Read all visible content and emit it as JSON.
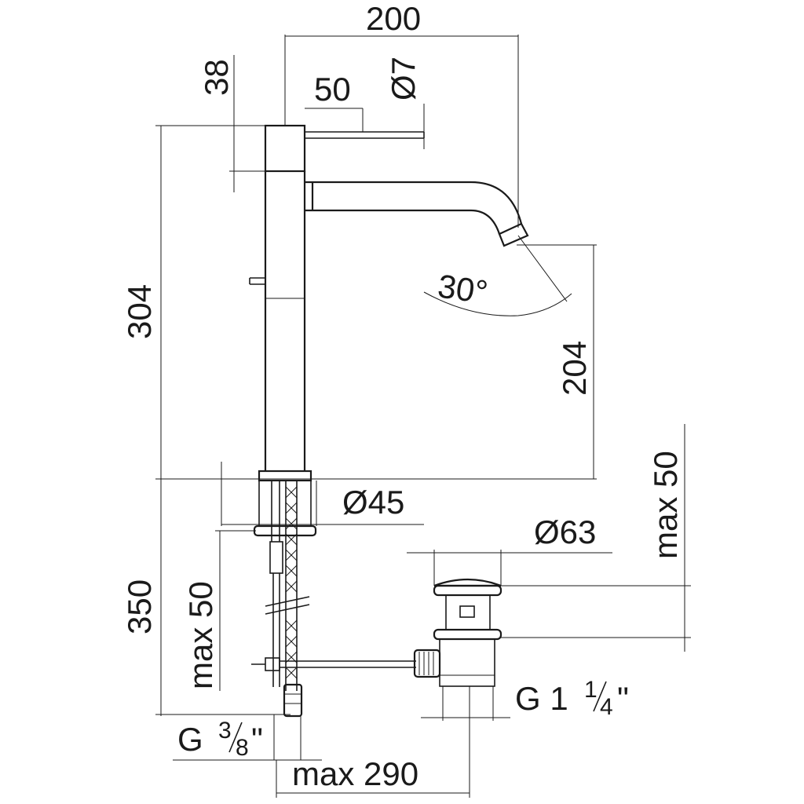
{
  "dimensions": {
    "width_200": "200",
    "height_38": "38",
    "length_50": "50",
    "dia_7": "Ø7",
    "height_304": "304",
    "angle_30": "30°",
    "height_204": "204",
    "dia_45": "Ø45",
    "max_50_right": "max 50",
    "dia_63": "Ø63",
    "height_350": "350",
    "max_50_left": "max 50",
    "thread_g_left": "G",
    "thread_g_left_num": "3",
    "thread_g_left_den": "8",
    "thread_g_left_unit": "\"",
    "thread_g_right": "G 1",
    "thread_g_right_num": "1",
    "thread_g_right_den": "4",
    "thread_g_right_unit": "\"",
    "max_290": "max 290"
  }
}
